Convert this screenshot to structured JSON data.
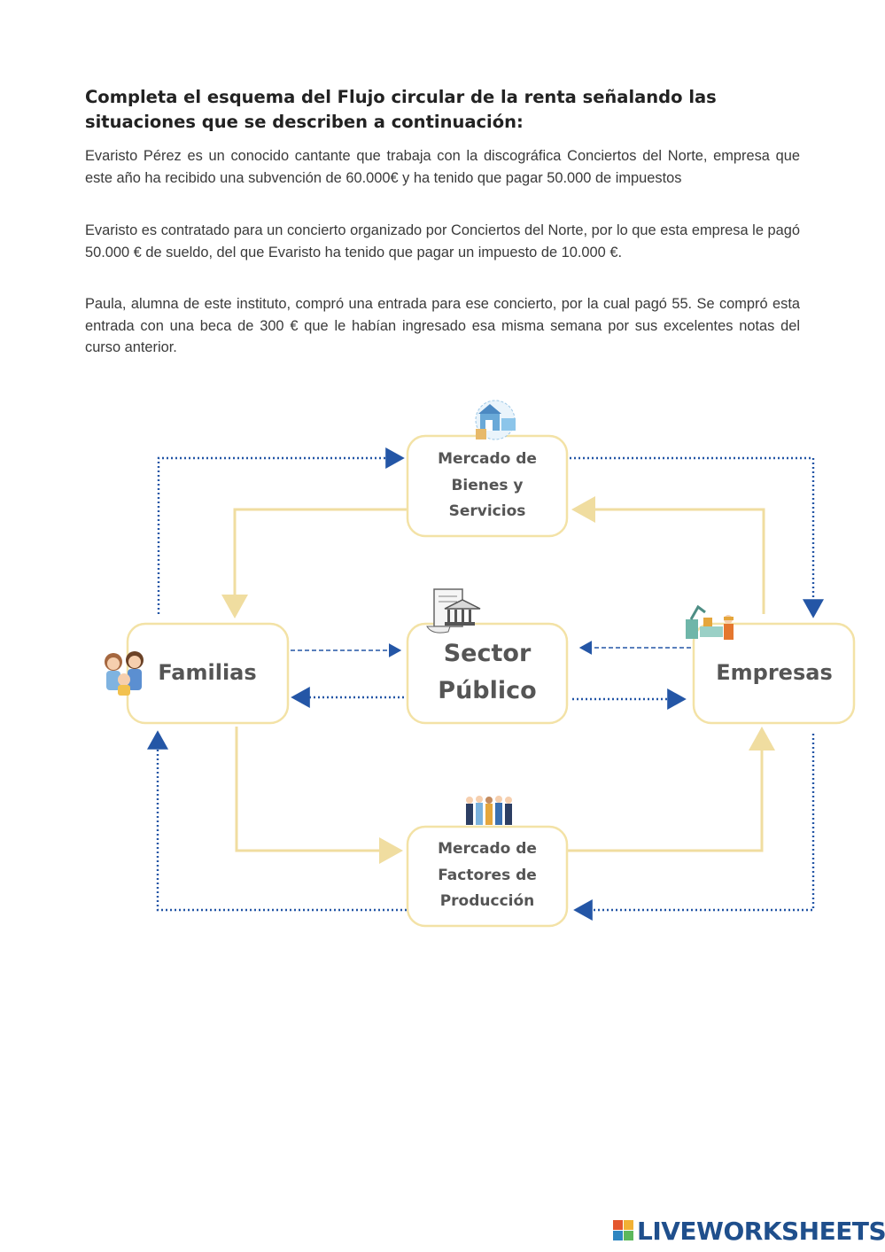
{
  "heading": "Completa el esquema del Flujo circular de la renta señalando las situaciones que se describen a continuación:",
  "paragraphs": [
    "Evaristo Pérez es un conocido cantante que trabaja con la discográfica Conciertos del Norte, empresa que este año ha recibido una subvención de 60.000€ y ha tenido que pagar 50.000 de impuestos",
    "Evaristo es contratado para un concierto organizado por Conciertos del Norte, por lo que esta empresa le pagó 50.000 € de sueldo, del que Evaristo ha tenido que pagar un impuesto de 10.000 €.",
    "Paula, alumna de este instituto, compró una entrada para ese concierto, por la cual pagó 55. Se compró esta entrada con una beca de 300 € que le habían ingresado esa misma semana por sus excelentes notas del curso anterior."
  ],
  "diagram": {
    "mercado_bienes": [
      "Mercado de",
      "Bienes y",
      "Servicios"
    ],
    "familias": "Familias",
    "sector_publico": [
      "Sector",
      "Público"
    ],
    "empresas": "Empresas",
    "mercado_factores": [
      "Mercado de",
      "Factores de",
      "Producción"
    ],
    "icons": [
      "market-icon",
      "family-icon",
      "government-icon",
      "factory-icon",
      "workers-icon"
    ],
    "colors": {
      "box_border": "#f3e2a6",
      "solid_arrow": "#f0dda0",
      "dotted_arrow": "#2456a6"
    }
  },
  "footer": {
    "brand": "LIVEWORKSHEETS"
  }
}
